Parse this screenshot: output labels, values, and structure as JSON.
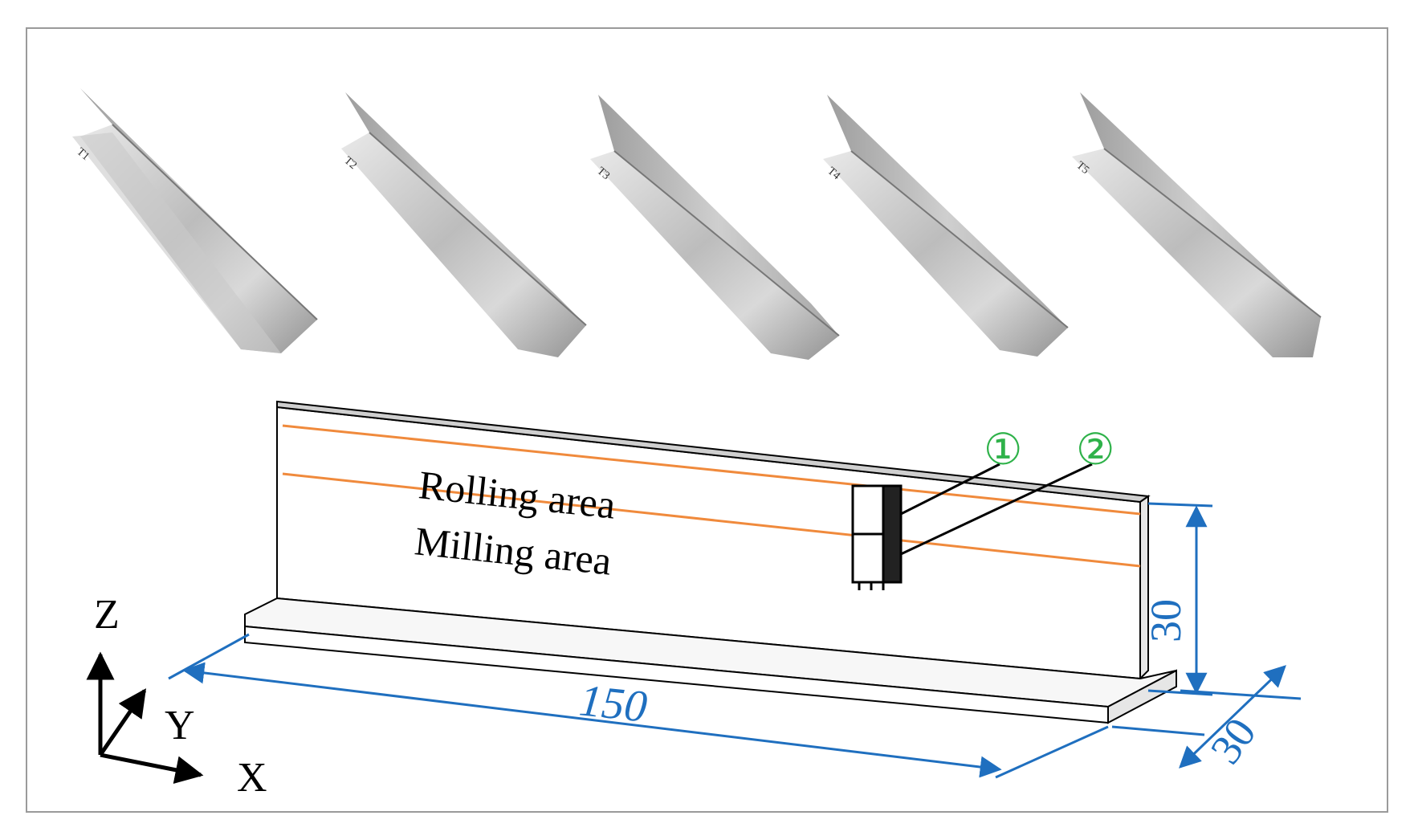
{
  "specimens": [
    {
      "label": "T1"
    },
    {
      "label": "T2"
    },
    {
      "label": "T3"
    },
    {
      "label": "T4"
    },
    {
      "label": "T5"
    }
  ],
  "areas": {
    "rolling": "Rolling area",
    "milling": "Milling area"
  },
  "markers": {
    "one": "①",
    "two": "②"
  },
  "dimensions": {
    "length": "150",
    "height": "30",
    "width": "30"
  },
  "axes": {
    "z": "Z",
    "y": "Y",
    "x": "X"
  },
  "colors": {
    "dimension": "#1f6fbf",
    "band": "#f08a3c",
    "marker": "#2fb24a",
    "outline": "#000000"
  }
}
